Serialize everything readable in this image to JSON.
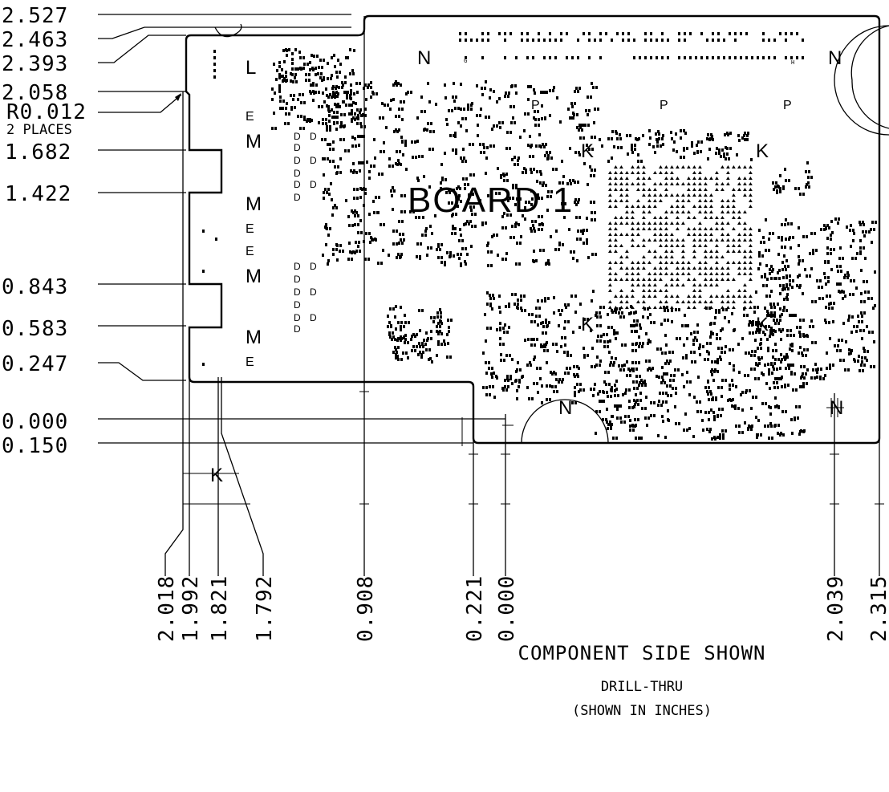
{
  "left_dimensions": [
    "2.527",
    "2.463",
    "2.393",
    "2.058",
    "R0.012",
    "2 PLACES",
    "1.682",
    "1.422",
    "0.843",
    "0.583",
    "0.247",
    "0.000",
    "0.150"
  ],
  "bottom_dimensions": [
    "2.018",
    "1.992",
    "1.821",
    "1.792",
    "0.908",
    "0.221",
    "0.000",
    "2.039",
    "2.315"
  ],
  "board_label": "BOARD 1",
  "ref_labels": {
    "N": "N",
    "L": "L",
    "E": "E",
    "M": "M",
    "P": "P",
    "K": "K",
    "H": "H",
    "G": "G",
    "D": "D"
  },
  "notes": {
    "line1": "COMPONENT SIDE SHOWN",
    "line2": "DRILL-THRU",
    "line3": "(SHOWN IN INCHES)"
  }
}
